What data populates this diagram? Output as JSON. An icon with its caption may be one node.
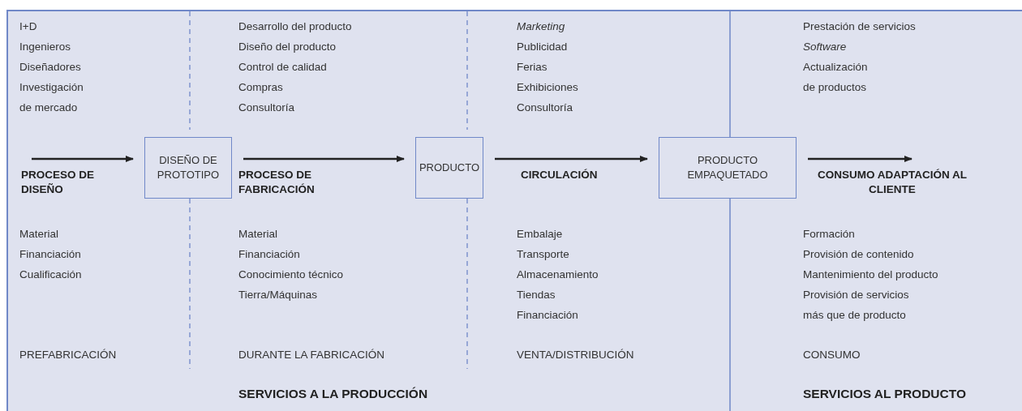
{
  "diagram": {
    "nodes": [
      {
        "text": [
          "DISEÑO DE PROTOTIPO"
        ]
      },
      {
        "text": [
          "PRODUCTO"
        ]
      },
      {
        "text": [
          "PRODUCTO EMPAQUETADO"
        ]
      }
    ],
    "edges": [
      {
        "from": null,
        "to": 0,
        "arrow": "to",
        "label": "PROCESO DE DISEÑO"
      },
      {
        "from": 0,
        "to": 1,
        "arrow": "to",
        "label": "PROCESO DE FABRICACIÓN"
      },
      {
        "from": 1,
        "to": 2,
        "arrow": "to",
        "label": "CIRCULACIÓN"
      },
      {
        "from": 2,
        "to": null,
        "arrow": "to",
        "label": "CONSUMO ADAPTACIÓN AL CLIENTE"
      }
    ],
    "labels": [
      "I+D",
      "Ingenieros",
      "Diseñadores",
      "Investigación",
      "de mercado",
      "Desarrollo del producto",
      "Diseño del producto",
      "Control de calidad",
      "Compras",
      "Consultoría",
      "Marketing",
      "Publicidad",
      "Ferias",
      "Exhibiciones",
      "Consultoría",
      "Prestación de servicios",
      "Software",
      "Actualización",
      "de productos",
      "Material",
      "Financiación",
      "Cualificación",
      "Material",
      "Financiación",
      "Conocimiento técnico",
      "Tierra/Máquinas",
      "Embalaje",
      "Transporte",
      "Almacenamiento",
      "Tiendas",
      "Financiación",
      "Formación",
      "Provisión de contenido",
      "Mantenimiento del producto",
      "Provisión de servicios",
      "más que de producto",
      "PREFABRICACIÓN",
      "DURANTE LA FABRICACIÓN",
      "VENTA/DISTRIBUCIÓN",
      "CONSUMO",
      "SERVICIOS A LA PRODUCCIÓN",
      "SERVICIOS AL PRODUCTO"
    ]
  }
}
